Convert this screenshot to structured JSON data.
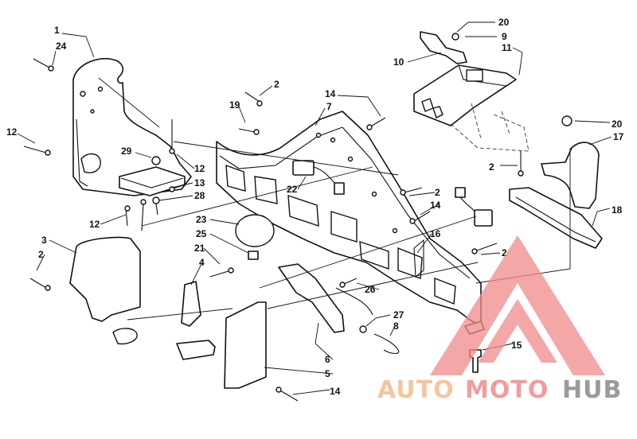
{
  "diagram": {
    "callouts": [
      {
        "id": "c1",
        "label": "1"
      },
      {
        "id": "c24",
        "label": "24"
      },
      {
        "id": "c12a",
        "label": "12"
      },
      {
        "id": "c29",
        "label": "29"
      },
      {
        "id": "c12b",
        "label": "12"
      },
      {
        "id": "c13",
        "label": "13"
      },
      {
        "id": "c28",
        "label": "28"
      },
      {
        "id": "c12c",
        "label": "12"
      },
      {
        "id": "c3",
        "label": "3"
      },
      {
        "id": "c2a",
        "label": "2"
      },
      {
        "id": "c19",
        "label": "19"
      },
      {
        "id": "c2b",
        "label": "2"
      },
      {
        "id": "c7",
        "label": "7"
      },
      {
        "id": "c14a",
        "label": "14"
      },
      {
        "id": "c22",
        "label": "22"
      },
      {
        "id": "c23",
        "label": "23"
      },
      {
        "id": "c25",
        "label": "25"
      },
      {
        "id": "c21",
        "label": "21"
      },
      {
        "id": "c4",
        "label": "4"
      },
      {
        "id": "c20a",
        "label": "20"
      },
      {
        "id": "c9",
        "label": "9"
      },
      {
        "id": "c10",
        "label": "10"
      },
      {
        "id": "c11",
        "label": "11"
      },
      {
        "id": "c20b",
        "label": "20"
      },
      {
        "id": "c17",
        "label": "17"
      },
      {
        "id": "c2c",
        "label": "2"
      },
      {
        "id": "c2d",
        "label": "2"
      },
      {
        "id": "c14b",
        "label": "14"
      },
      {
        "id": "c18",
        "label": "18"
      },
      {
        "id": "c16",
        "label": "16"
      },
      {
        "id": "c2e",
        "label": "2"
      },
      {
        "id": "c26",
        "label": "26"
      },
      {
        "id": "c27",
        "label": "27"
      },
      {
        "id": "c8",
        "label": "8"
      },
      {
        "id": "c6",
        "label": "6"
      },
      {
        "id": "c5",
        "label": "5"
      },
      {
        "id": "c14c",
        "label": "14"
      },
      {
        "id": "c15",
        "label": "15"
      }
    ]
  },
  "watermark": {
    "word_auto": "AUTO",
    "word_moto": "MOTO",
    "word_hub": "HUB",
    "color_auto": "#f2b27a",
    "color_moto": "#ef7b7b",
    "color_hub": "#7a7a7a",
    "color_triangle": "#f08a8a"
  }
}
